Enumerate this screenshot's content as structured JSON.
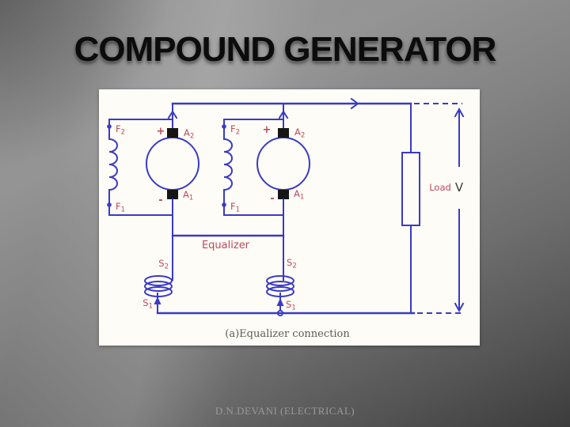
{
  "slide": {
    "title": "COMPOUND GENERATOR",
    "footer": "D.N.DEVANI (ELECTRICAL)"
  },
  "diagram": {
    "caption": "(a)Equalizer connection",
    "equalizer_label": "Equalizer",
    "load_label": "Load",
    "voltmeter_label": "V",
    "plus_sign": "+",
    "minus_sign": "-",
    "labels": {
      "f2": {
        "base": "F",
        "sub": "2"
      },
      "f1": {
        "base": "F",
        "sub": "1"
      },
      "a2": {
        "base": "A",
        "sub": "2"
      },
      "a1": {
        "base": "A",
        "sub": "1"
      },
      "s2": {
        "base": "S",
        "sub": "2"
      },
      "s1": {
        "base": "S",
        "sub": "1"
      }
    },
    "colors": {
      "wire": "#3a3ac6",
      "terminal_label": "#c0485e",
      "paper": "#fdfcf6",
      "terminal_square": "#151515",
      "caption_text": "#5a5a5a",
      "voltmeter_text": "#3c3c3c"
    }
  },
  "slide_colors": {
    "background_mid": "#8f8f8f",
    "background_dark": "#3c3c3c",
    "title_text": "#0c0c0c",
    "footer_text": "#9a9a9a"
  }
}
